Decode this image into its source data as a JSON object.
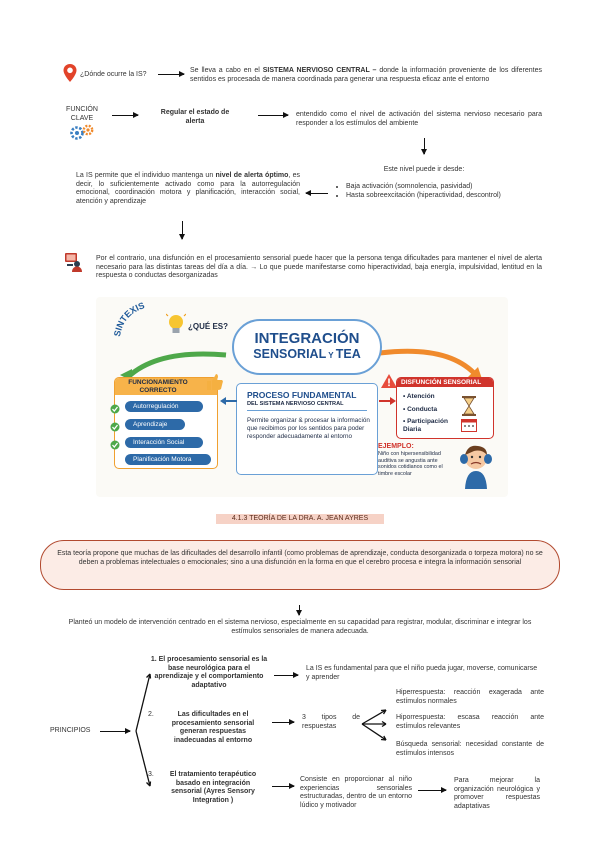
{
  "where": {
    "question": "¿Dónde ocurre la IS?",
    "answer_pre": "Se lleva a cabo en el ",
    "answer_bold": "SISTEMA NERVIOSO CENTRAL –",
    "answer_post": " donde la información proveniente de los diferentes sentidos es procesada de manera coordinada para generar una respuesta eficaz ante el entorno"
  },
  "key_function": {
    "label_line1": "FUNCIÓN",
    "label_line2": "CLAVE",
    "title": "Regular el estado de alerta",
    "definition": "entendido como el nivel de activación del sistema nervioso necesario para responder a los estímulos del ambiente"
  },
  "levels": {
    "intro": "Este nivel puede ir desde:",
    "items": [
      "Baja activación (somnolencia, pasividad)",
      "Hasta sobreexcitación (hiperactividad, descontrol)"
    ]
  },
  "optimal": {
    "pre": "La IS permite que el individuo mantenga un ",
    "bold": "nivel de alerta óptimo",
    "post": ", es decir, lo suficientemente activado como para la autorregulación emocional, coordinación motora y planificación, interacción social, atención y aprendizaje"
  },
  "dysfunction_text": "Por el contrario, una disfunción en el procesamiento sensorial puede hacer que la persona tenga dificultades para mantener el nivel de alerta necesario para las distintas tareas del día a día. → Lo que puede manifestarse como hiperactividad, baja energía, impulsividad, lentitud en la respuesta o conductas desorganizadas",
  "infographic": {
    "sintexis": "SINTEXIS",
    "que_es": "¿QUÉ ES?",
    "title_line1": "INTEGRACIÓN",
    "title_line2a": "SENSORIAL",
    "title_line2b": " Y ",
    "title_line2c": "TEA",
    "left_header": "FUNCIONAMIENTO CORRECTO",
    "pills": [
      "Autorregulación",
      "Aprendizaje",
      "Interacción Social",
      "Planificación Motora"
    ],
    "center_title": "PROCESO FUNDAMENTAL",
    "center_sub": "DEL SISTEMA NERVIOSO CENTRAL",
    "center_text": "Permite organizar & procesar la información que recibimos por los sentidos para poder responder adecuadamente al entorno",
    "right_header": "DISFUNCIÓN SENSORIAL",
    "right_items": [
      "Atención",
      "Conducta",
      "Participación Diaria"
    ],
    "example_title": "EJEMPLO:",
    "example_text": "Niño con hipersensibilidad auditiva se angustia ante sonidos cotidianos como el timbre escolar"
  },
  "section_title": "4.1.3 TEORÍA DE LA DRA. A. JEAN AYRES",
  "theory_box": "Esta teoría propone que muchas de las dificultades del desarrollo infantil (como problemas de aprendizaje, conducta desorganizada o torpeza motora) no se deben a problemas intelectuales o emocionales; sino a una disfunción en la forma en que el cerebro procesa e integra la información sensorial",
  "model_text": "Planteó un modelo de intervención centrado en el sistema nervioso, especialmente en su capacidad para registrar, modular, discriminar e integrar los estímulos sensoriales de manera adecuada.",
  "principles": {
    "label": "PRINCIPIOS",
    "items": [
      {
        "num": "1.",
        "title": "El procesamiento sensorial es la base neurológica para el aprendizaje y el comportamiento adaptativo",
        "result": "La IS es fundamental para que el niño pueda jugar, moverse, comunicarse y aprender"
      },
      {
        "num": "2.",
        "title": "Las dificultades en el procesamiento sensorial generan respuestas inadecuadas al entorno",
        "result": "3 tipos de respuestas"
      },
      {
        "num": "3.",
        "title": "El tratamiento terapéutico basado en integración sensorial (Ayres Sensory Integration )",
        "result": "Consiste en proporcionar al niño experiencias sensoriales estructuradas, dentro de un entorno lúdico y motivador",
        "final": "Para mejorar la organización neurológica y promover respuestas adaptativas"
      }
    ],
    "response_types": [
      "Hiperrespuesta: reacción exagerada ante estímulos normales",
      "Hiporrespuesta: escasa reacción ante estímulos relevantes",
      "Búsqueda sensorial: necesidad constante de estímulos intensos"
    ]
  }
}
